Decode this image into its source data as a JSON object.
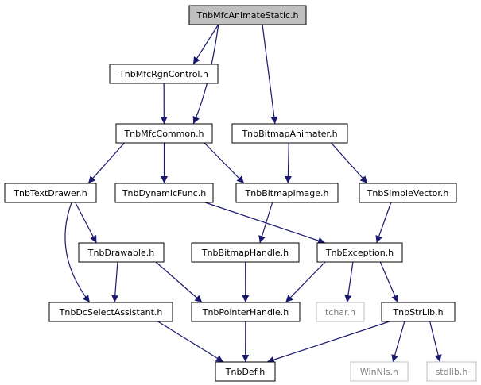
{
  "colors": {
    "edge": "#191970",
    "node_border": "#000000",
    "node_fill": "#ffffff",
    "root_fill": "#bfbfbf",
    "external_border": "#bfbfbf",
    "external_text": "#808080",
    "text": "#000000"
  },
  "nodes": {
    "TnbMfcAnimateStatic": {
      "label": "TnbMfcAnimateStatic.h",
      "kind": "root"
    },
    "TnbMfcRgnControl": {
      "label": "TnbMfcRgnControl.h",
      "kind": "file"
    },
    "TnbMfcCommon": {
      "label": "TnbMfcCommon.h",
      "kind": "file"
    },
    "TnbBitmapAnimater": {
      "label": "TnbBitmapAnimater.h",
      "kind": "file"
    },
    "TnbTextDrawer": {
      "label": "TnbTextDrawer.h",
      "kind": "file"
    },
    "TnbDynamicFunc": {
      "label": "TnbDynamicFunc.h",
      "kind": "file"
    },
    "TnbBitmapImage": {
      "label": "TnbBitmapImage.h",
      "kind": "file"
    },
    "TnbSimpleVector": {
      "label": "TnbSimpleVector.h",
      "kind": "file"
    },
    "TnbDrawable": {
      "label": "TnbDrawable.h",
      "kind": "file"
    },
    "TnbBitmapHandle": {
      "label": "TnbBitmapHandle.h",
      "kind": "file"
    },
    "TnbException": {
      "label": "TnbException.h",
      "kind": "file"
    },
    "TnbDcSelectAssistant": {
      "label": "TnbDcSelectAssistant.h",
      "kind": "file"
    },
    "TnbPointerHandle": {
      "label": "TnbPointerHandle.h",
      "kind": "file"
    },
    "tchar": {
      "label": "tchar.h",
      "kind": "external"
    },
    "TnbStrLib": {
      "label": "TnbStrLib.h",
      "kind": "file"
    },
    "TnbDef": {
      "label": "TnbDef.h",
      "kind": "file"
    },
    "WinNls": {
      "label": "WinNls.h",
      "kind": "external"
    },
    "stdlib": {
      "label": "stdlib.h",
      "kind": "external"
    }
  },
  "edges": [
    [
      "TnbMfcAnimateStatic",
      "TnbMfcRgnControl"
    ],
    [
      "TnbMfcAnimateStatic",
      "TnbMfcCommon"
    ],
    [
      "TnbMfcAnimateStatic",
      "TnbBitmapAnimater"
    ],
    [
      "TnbMfcRgnControl",
      "TnbMfcCommon"
    ],
    [
      "TnbMfcCommon",
      "TnbTextDrawer"
    ],
    [
      "TnbMfcCommon",
      "TnbDynamicFunc"
    ],
    [
      "TnbMfcCommon",
      "TnbBitmapImage"
    ],
    [
      "TnbBitmapAnimater",
      "TnbBitmapImage"
    ],
    [
      "TnbBitmapAnimater",
      "TnbSimpleVector"
    ],
    [
      "TnbTextDrawer",
      "TnbDrawable"
    ],
    [
      "TnbTextDrawer",
      "TnbDcSelectAssistant"
    ],
    [
      "TnbDynamicFunc",
      "TnbException"
    ],
    [
      "TnbBitmapImage",
      "TnbBitmapHandle"
    ],
    [
      "TnbSimpleVector",
      "TnbException"
    ],
    [
      "TnbDrawable",
      "TnbDcSelectAssistant"
    ],
    [
      "TnbDrawable",
      "TnbPointerHandle"
    ],
    [
      "TnbBitmapHandle",
      "TnbPointerHandle"
    ],
    [
      "TnbException",
      "TnbPointerHandle"
    ],
    [
      "TnbException",
      "tchar"
    ],
    [
      "TnbException",
      "TnbStrLib"
    ],
    [
      "TnbDcSelectAssistant",
      "TnbDef"
    ],
    [
      "TnbPointerHandle",
      "TnbDef"
    ],
    [
      "TnbStrLib",
      "TnbDef"
    ],
    [
      "TnbStrLib",
      "WinNls"
    ],
    [
      "TnbStrLib",
      "stdlib"
    ]
  ]
}
